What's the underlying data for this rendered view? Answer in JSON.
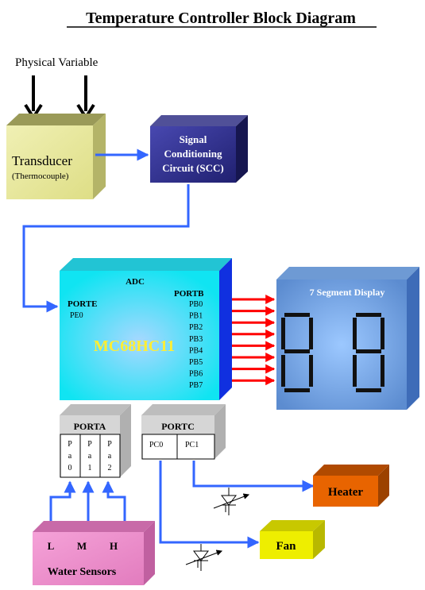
{
  "title": "Temperature Controller Block Diagram",
  "physical_variable": "Physical Variable",
  "transducer": {
    "title": "Transducer",
    "subtitle": "(Thermocouple)"
  },
  "scc": {
    "line1": "Signal",
    "line2": "Conditioning",
    "line3": "Circuit (SCC)"
  },
  "mcu": {
    "name": "MC68HC11",
    "adc": "ADC",
    "porte": "PORTE",
    "pe0": "PE0",
    "portb": "PORTB",
    "portb_pins": [
      "PB0",
      "PB1",
      "PB2",
      "PB3",
      "PB4",
      "PB5",
      "PB6",
      "PB7"
    ]
  },
  "display": {
    "title": "7 Segment Display"
  },
  "porta": {
    "title": "PORTA",
    "pins": [
      [
        "P",
        "a",
        "0"
      ],
      [
        "P",
        "a",
        "1"
      ],
      [
        "P",
        "a",
        "2"
      ]
    ]
  },
  "portc": {
    "title": "PORTC",
    "pins": [
      "PC0",
      "PC1"
    ]
  },
  "heater": "Heater",
  "fan": "Fan",
  "water_sensors": {
    "title": "Water Sensors",
    "levels": [
      "L",
      "M",
      "H"
    ]
  },
  "colors": {
    "wire": "#3366ff",
    "arrow_red": "#ff0000",
    "transducer": "#eaea9a",
    "scc": "#33337f",
    "mcu_center": "#9fdfff",
    "mcu_edge": "#14e0f0",
    "mcu_text": "#ffee33",
    "display": "#7fb0e8",
    "port_box": "#d4d4d4",
    "heater": "#e86400",
    "fan": "#eeee00",
    "water_sensors": "#ee88c8"
  }
}
